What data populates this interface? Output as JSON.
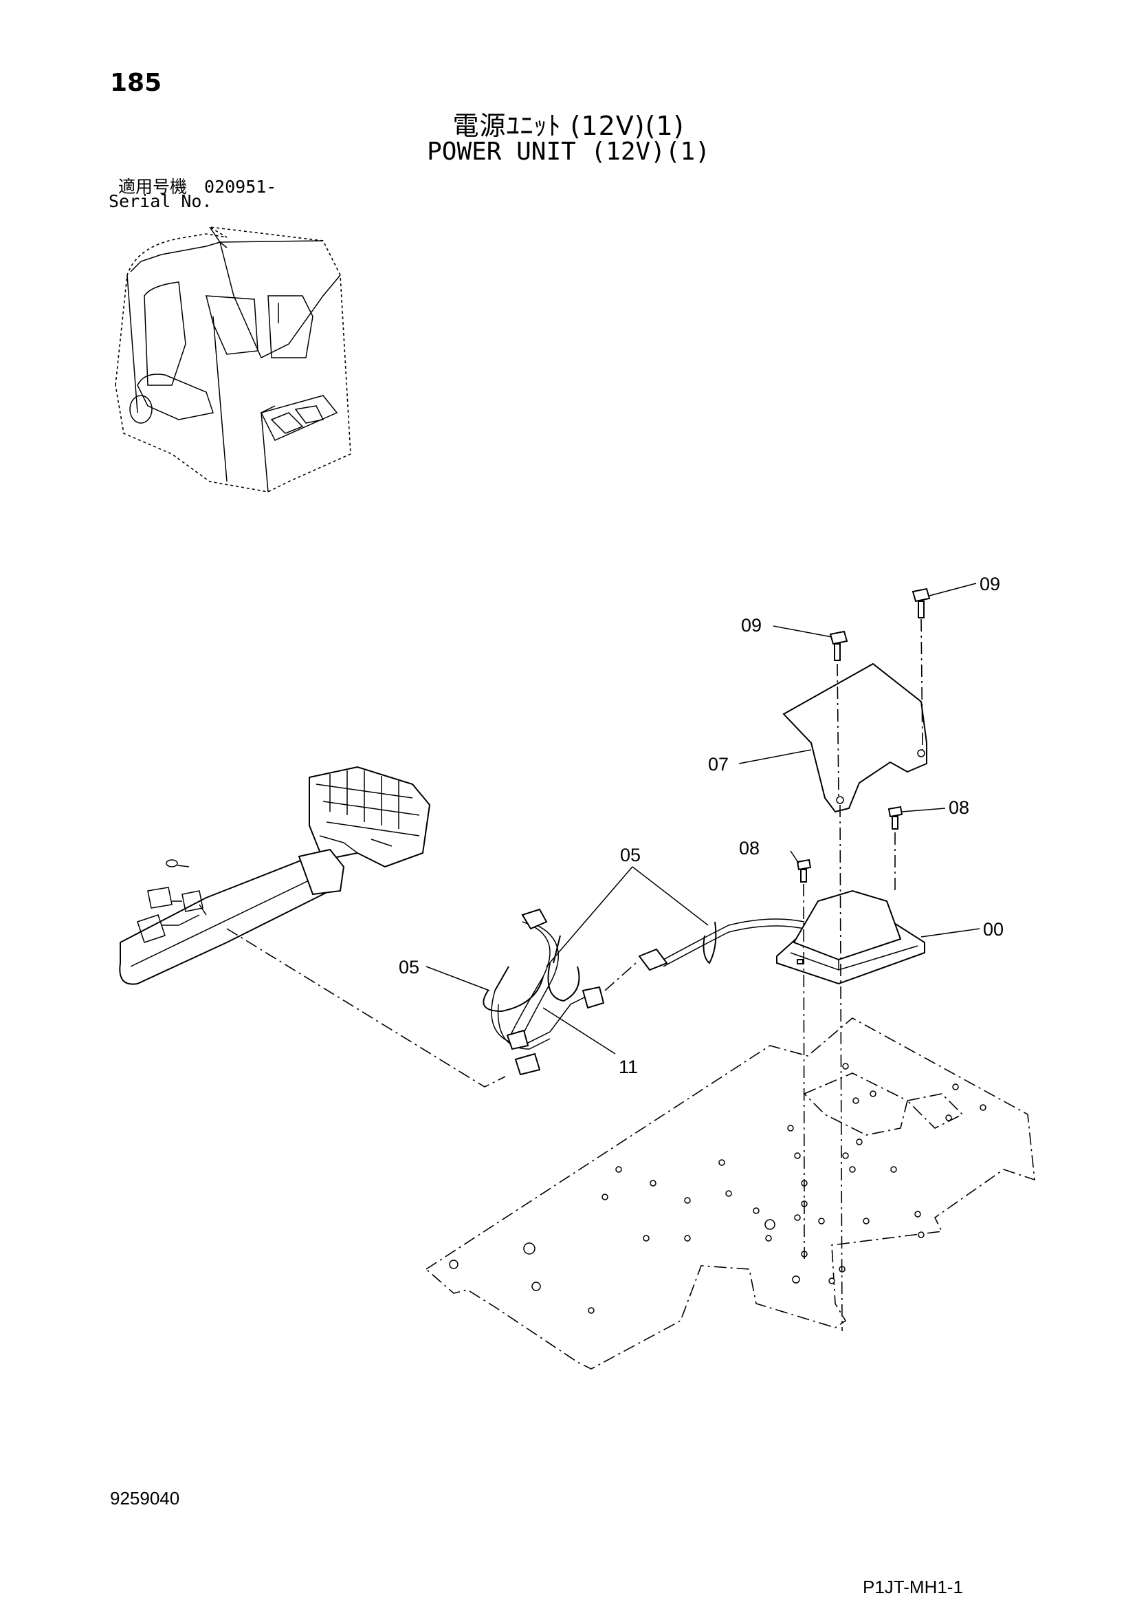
{
  "header": {
    "page_number": "185",
    "title_jp": "電源ﾕﾆｯﾄ (12V)(1)",
    "title_en": "POWER UNIT (12V)(1)",
    "serial_label_jp": "適用号機　020951-",
    "serial_label_en": "Serial No."
  },
  "callouts": {
    "c09a": "09",
    "c09b": "09",
    "c07": "07",
    "c08a": "08",
    "c08b": "08",
    "c05a": "05",
    "c05b": "05",
    "c00": "00",
    "c11": "11"
  },
  "footer": {
    "document_code": "9259040",
    "sheet_code": "P1JT-MH1-1"
  }
}
